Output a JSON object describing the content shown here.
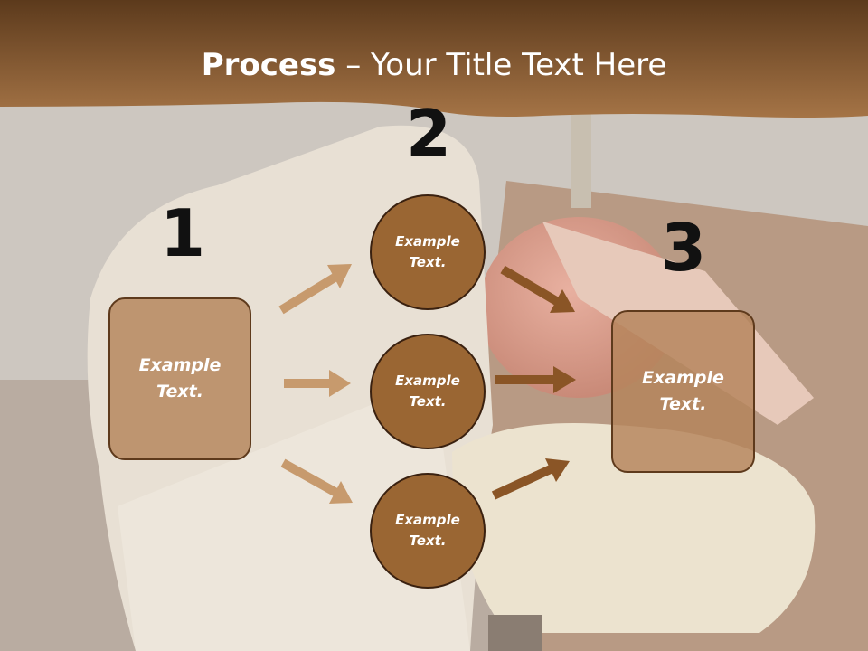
{
  "title": {
    "bold": "Process",
    "rest": " – Your Title Text Here"
  },
  "steps": {
    "n1": "1",
    "n2": "2",
    "n3": "3"
  },
  "left_box": {
    "text": "Example\nText."
  },
  "right_box": {
    "text": "Example\nText."
  },
  "circles": [
    {
      "text": "Example\nText."
    },
    {
      "text": "Example\nText."
    },
    {
      "text": "Example\nText."
    }
  ],
  "colors": {
    "header": "#8b5a2b",
    "box_fill": "#b4845a",
    "circle_fill": "#9a6633",
    "arrow_light": "#c79a6d",
    "arrow_dark": "#8a5526"
  }
}
